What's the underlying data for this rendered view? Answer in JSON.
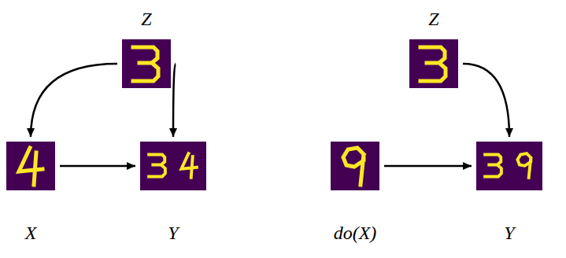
{
  "diagram": {
    "nodes": [
      {
        "text": [
          "Z"
        ]
      },
      {
        "text": [
          "X"
        ]
      },
      {
        "text": [
          "Y"
        ]
      },
      {
        "text": [
          "Z"
        ]
      },
      {
        "text": [
          "do(X)"
        ]
      },
      {
        "text": [
          "Y"
        ]
      }
    ],
    "edges": [
      {
        "from": 0,
        "to": 1,
        "arrow": "to"
      },
      {
        "from": 0,
        "to": 2,
        "arrow": "to"
      },
      {
        "from": 1,
        "to": 2,
        "arrow": "to"
      },
      {
        "from": 3,
        "to": 5,
        "arrow": "to"
      },
      {
        "from": 4,
        "to": 5,
        "arrow": "to"
      }
    ]
  }
}
